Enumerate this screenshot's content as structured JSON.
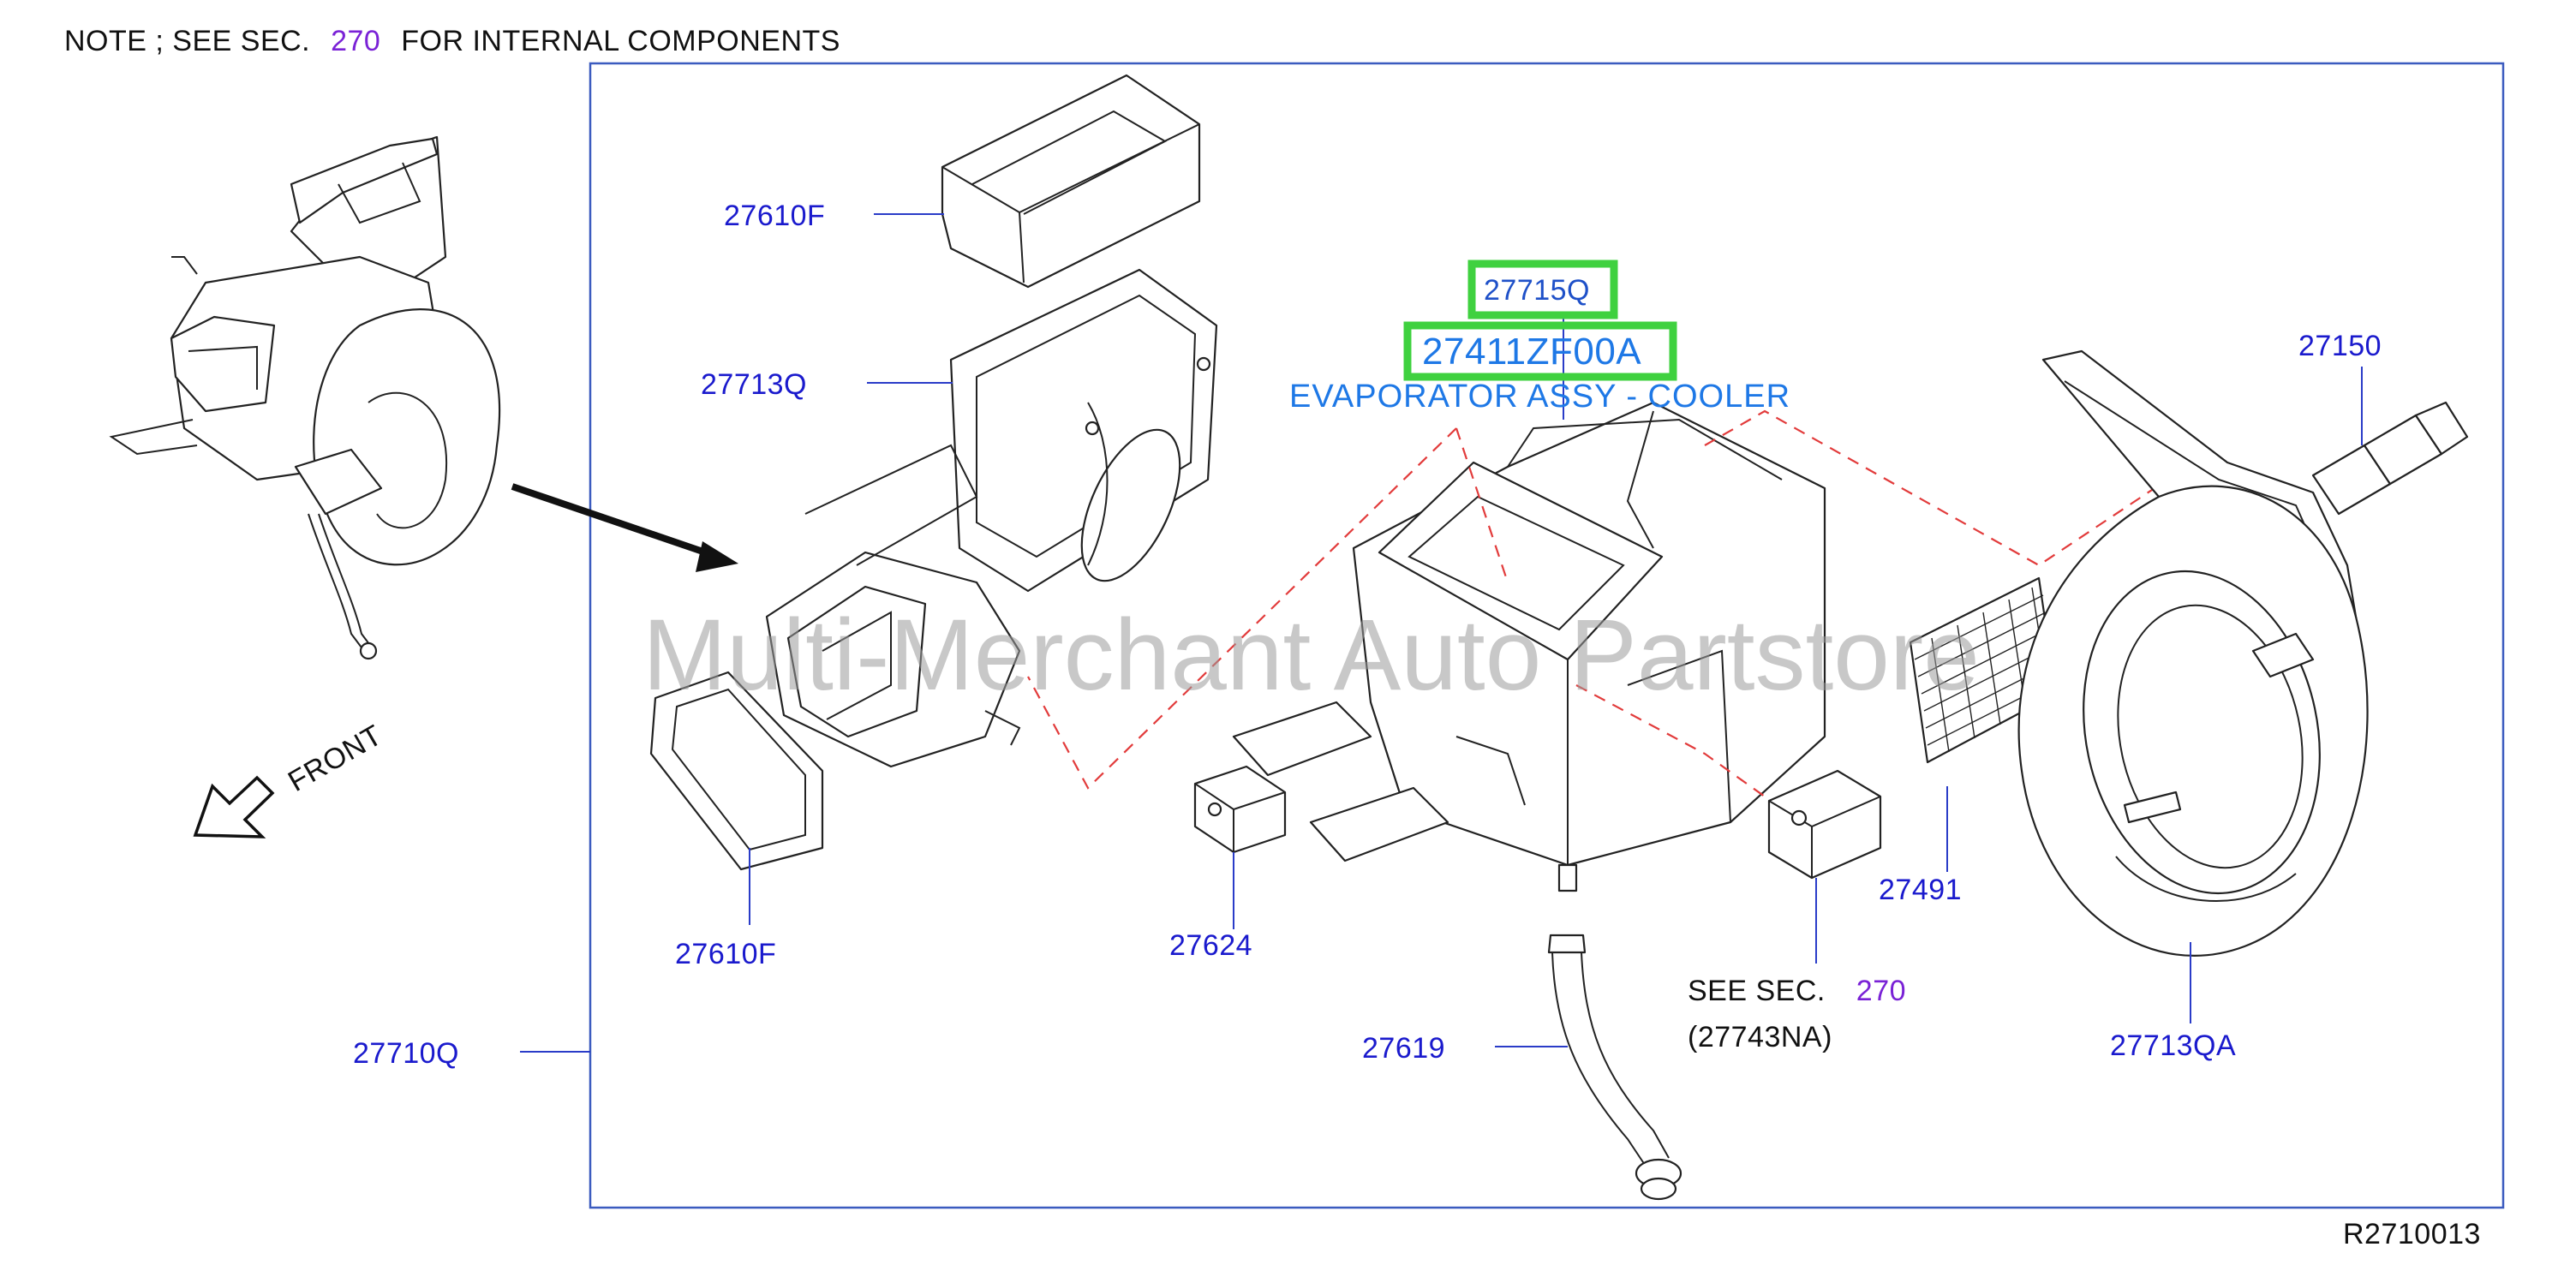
{
  "note": {
    "prefix": "NOTE  ;  SEE  SEC.",
    "section": "270",
    "suffix": "FOR  INTERNAL  COMPONENTS"
  },
  "front_label": "FRONT",
  "watermark": "Multi-Merchant Auto Partstore",
  "drawing_id": "R2710013",
  "highlight": {
    "label_code": "27715Q",
    "part_number": "27411ZF00A",
    "description": "EVAPORATOR ASSY - COOLER",
    "color": "#3fd13f"
  },
  "callouts": {
    "c27610F_top": "27610F",
    "c27713Q": "27713Q",
    "c27610F_bottom": "27610F",
    "c27710Q": "27710Q",
    "c27624": "27624",
    "c27619": "27619",
    "c27150": "27150",
    "c27491": "27491",
    "c27713QA": "27713QA"
  },
  "see_sec": {
    "text": "SEE  SEC.",
    "section": "270",
    "ref": "(27743NA)"
  },
  "colors": {
    "callout_blue": "#1a1acd",
    "section_purple": "#7a22d6",
    "frame_blue": "#3b5bbf",
    "dashed_red": "#e23b3b"
  }
}
